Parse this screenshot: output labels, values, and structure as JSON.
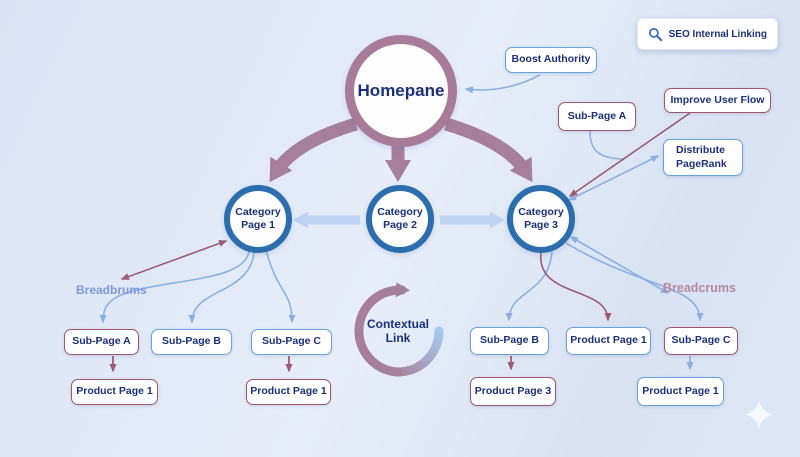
{
  "title_badge": {
    "label": "SEO Internal Linking",
    "icon": "search-icon"
  },
  "homepage": {
    "label": "Homepane"
  },
  "category_pages": [
    {
      "label": "Category Page 1"
    },
    {
      "label": "Category Page 2"
    },
    {
      "label": "Category Page 3"
    }
  ],
  "callouts": {
    "boost_authority": {
      "label": "Boost Authority",
      "accent": "blue"
    },
    "sub_page_a": {
      "label": "Sub-Page A",
      "accent": "red"
    },
    "improve_user_flow": {
      "label": "Improve User Flow",
      "accent": "red"
    },
    "distribute_pagerank": {
      "label": "Distribute PageRank",
      "accent": "blue"
    }
  },
  "contextual_link": {
    "label": "Contextual Link"
  },
  "labels": {
    "breadcrumbs_left": "Breadbrums",
    "breadcrumbs_right": "Breadcrums"
  },
  "left_branch": {
    "sub_pages": [
      {
        "label": "Sub-Page A",
        "accent": "red"
      },
      {
        "label": "Sub-Page B",
        "accent": "blue"
      },
      {
        "label": "Sub-Page C",
        "accent": "blue"
      }
    ],
    "product_pages": [
      {
        "label": "Product Page 1",
        "accent": "red"
      },
      {
        "label": "Product Page 1",
        "accent": "red"
      }
    ]
  },
  "right_branch": {
    "row1": [
      {
        "label": "Sub-Page B",
        "accent": "blue"
      },
      {
        "label": "Product Page 1",
        "accent": "blue"
      },
      {
        "label": "Sub-Page C",
        "accent": "red"
      }
    ],
    "row2": [
      {
        "label": "Product Page 3",
        "accent": "red"
      },
      {
        "label": "Product Page 1",
        "accent": "blue"
      }
    ]
  },
  "colors": {
    "background": "#dde7f5",
    "mauve_thick_arrow": "#a67f9b",
    "mauve_thin_line": "#9d5a74",
    "red_border": "#a4556e",
    "blue_border": "#6aa2dc",
    "circle_border": "#2b6dad",
    "homepage_border": "#a87b99",
    "thin_blue_line": "#8cb0e2",
    "thick_blue_arrow": "#bdd5f2",
    "navy_text": "#1d2f7c",
    "breadcrumbs_left_color": "#8199d9",
    "breadcrumbs_right_color": "#b68ba3"
  }
}
